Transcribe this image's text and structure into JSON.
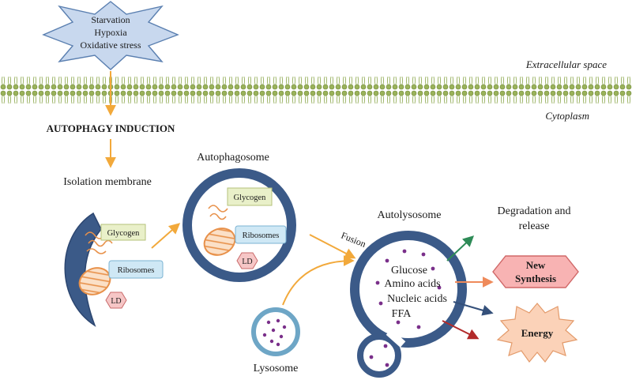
{
  "stress": {
    "line1": "Starvation",
    "line2": "Hypoxia",
    "line3": "Oxidative stress"
  },
  "regions": {
    "extracellular": "Extracellular space",
    "cytoplasm": "Cytoplasm"
  },
  "induction": "AUTOPHAGY INDUCTION",
  "isolation": {
    "title": "Isolation membrane",
    "glycogen": "Glycogen",
    "ribosomes": "Ribosomes",
    "ld": "LD"
  },
  "autophagosome": {
    "title": "Autophagosome",
    "glycogen": "Glycogen",
    "ribosomes": "Ribosomes",
    "ld": "LD"
  },
  "fusion": "Fusion",
  "lysosome": "Lysosome",
  "autolysosome": {
    "title": "Autolysosome",
    "glucose": "Glucose",
    "amino": "Amino acids",
    "nucleic": "Nucleic acids",
    "ffa": "FFA"
  },
  "degradation": {
    "line1": "Degradation and",
    "line2": "release"
  },
  "new_synthesis": {
    "line1": "New",
    "line2": "Synthesis"
  },
  "energy": "Energy",
  "colors": {
    "membrane_blue": "#3b5a88",
    "arrow_orange": "#f2a93b",
    "mito_orange": "#e8914a",
    "glycogen_box": "#e9f0c9",
    "ribosome_box": "#cfe8f5",
    "ld_fill": "#f6c6c6",
    "new_synthesis_fill": "#f8b3b3",
    "energy_fill": "#fbd2b8",
    "stress_fill": "#c8d8ee",
    "vesicle_dot": "#7a2f8a"
  }
}
